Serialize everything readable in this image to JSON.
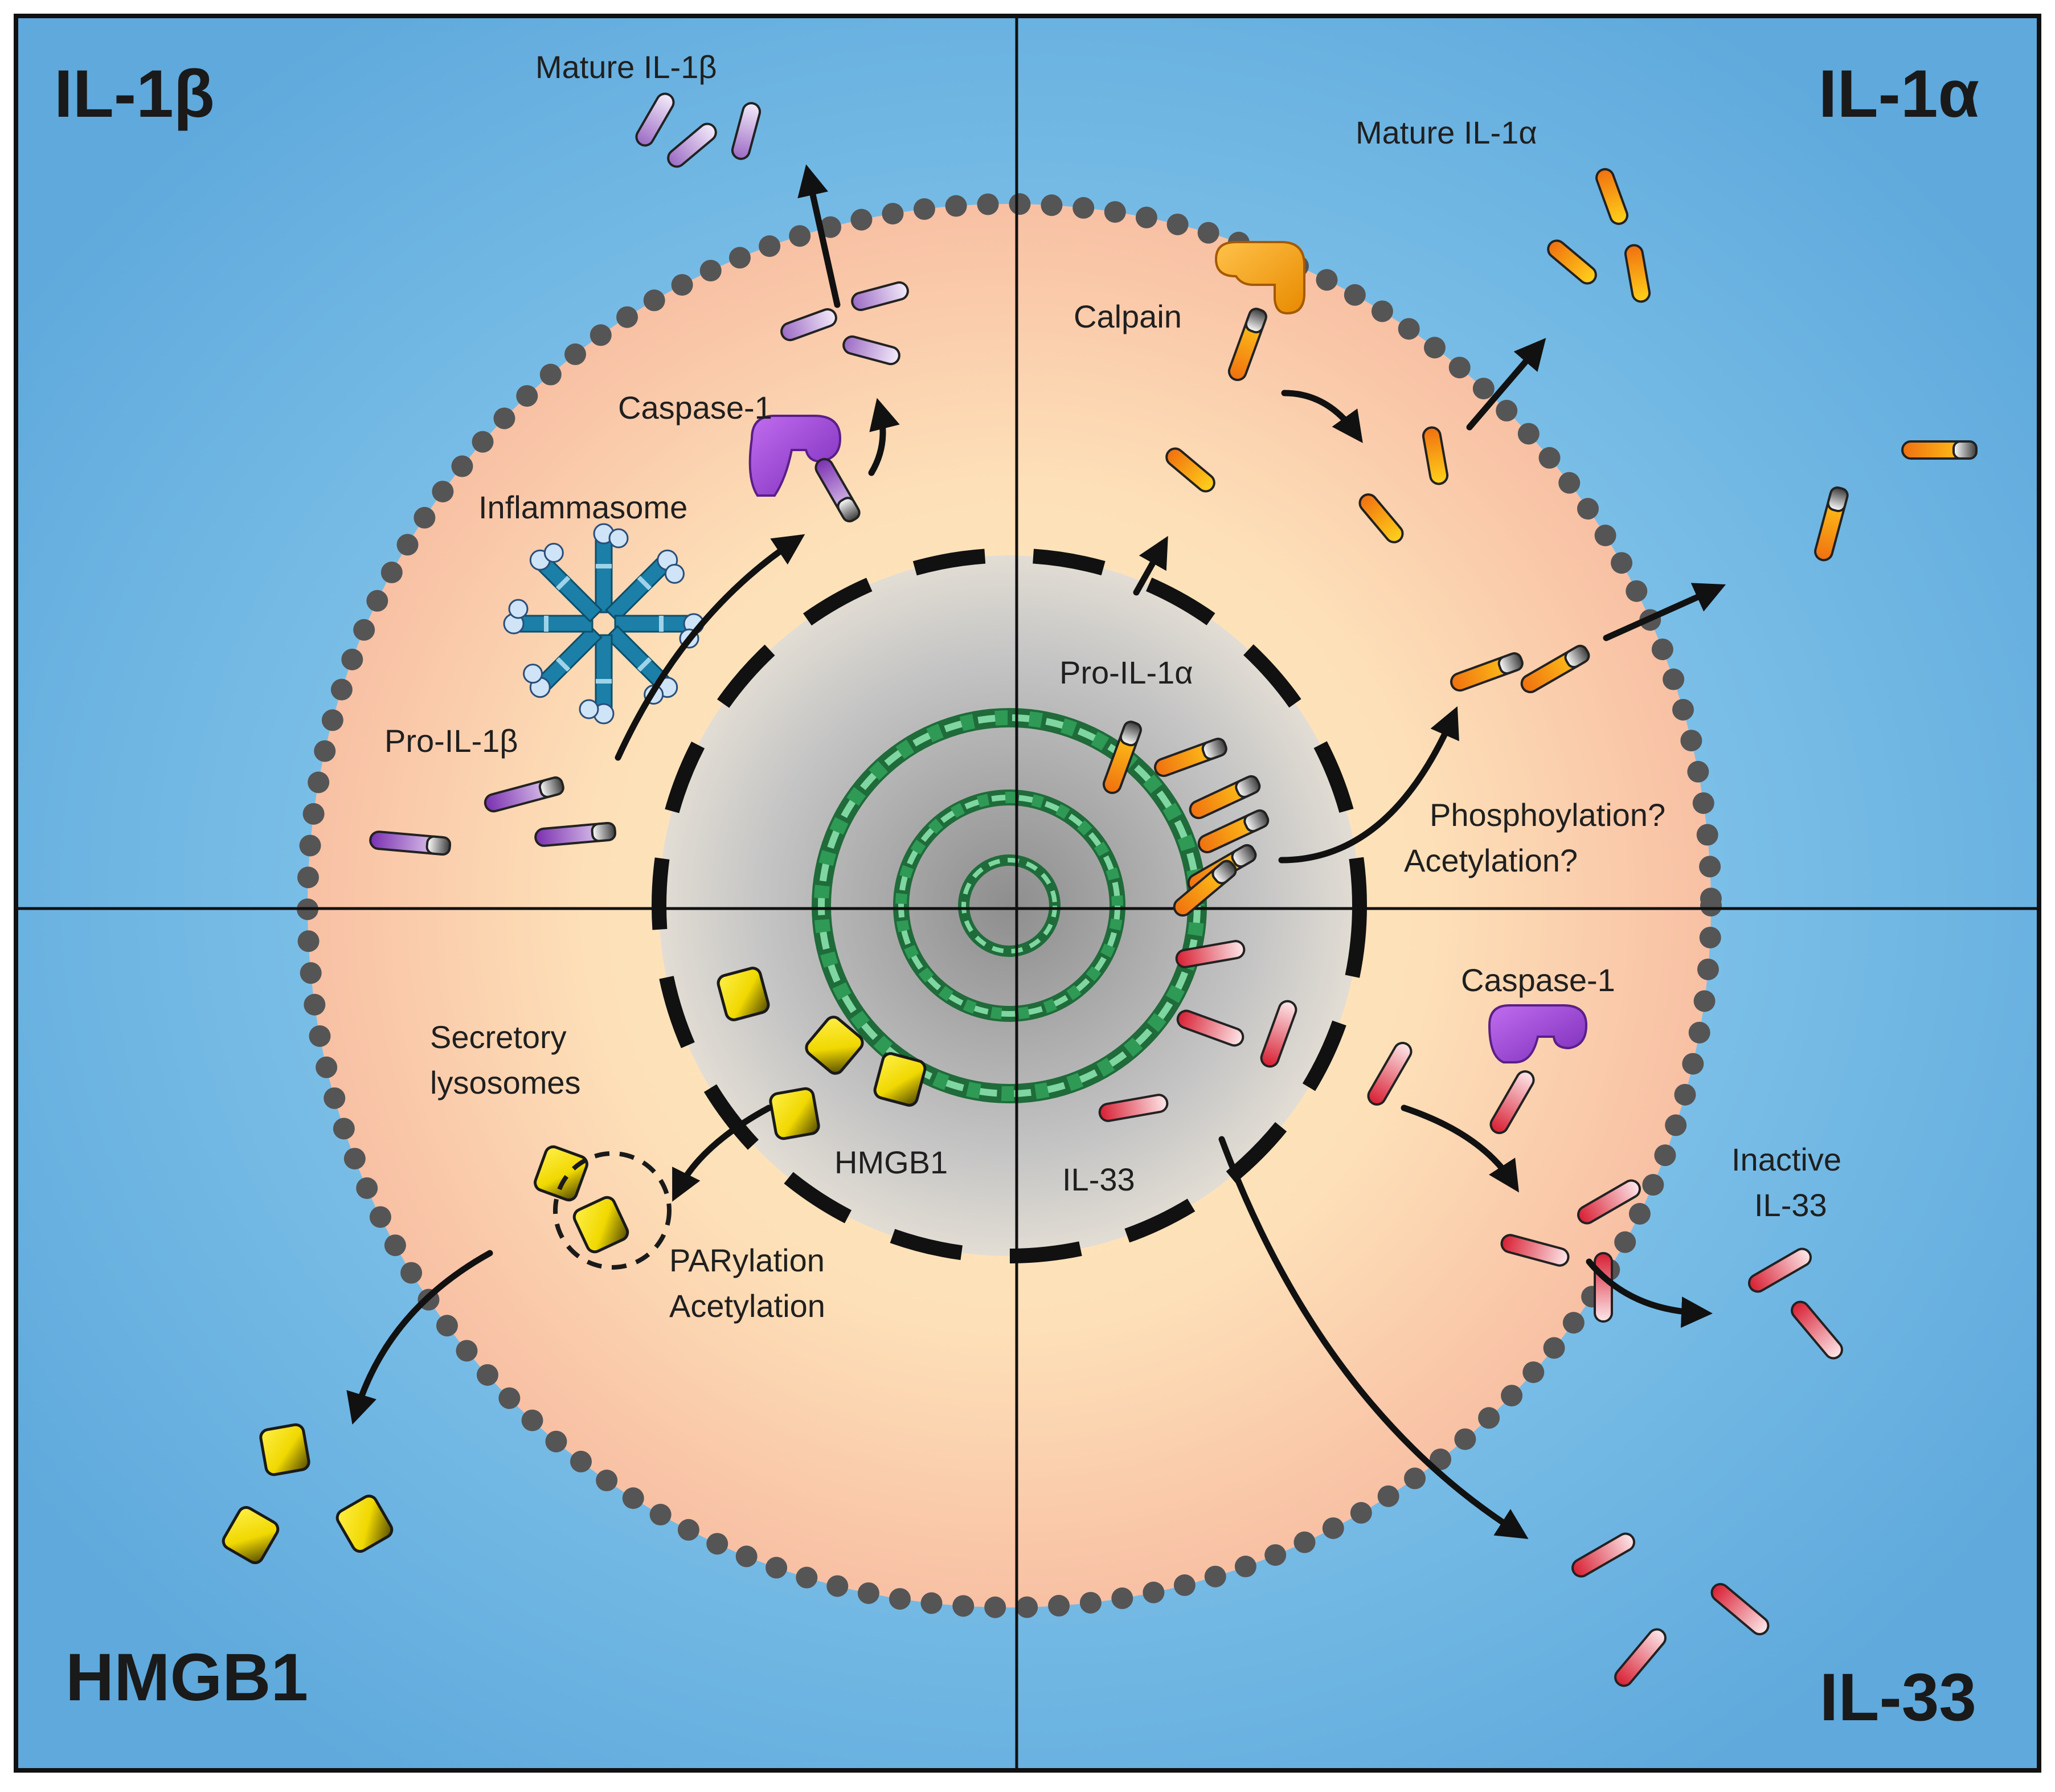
{
  "quadrants": {
    "il1b": "IL-1β",
    "il1a": "IL-1α",
    "hmgb1": "HMGB1",
    "il33": "IL-33"
  },
  "labels": {
    "mature_il1b": "Mature IL-1β",
    "caspase1_top": "Caspase-1",
    "inflammasome": "Inflammasome",
    "pro_il1b": "Pro-IL-1β",
    "mature_il1a": "Mature IL-1α",
    "calpain": "Calpain",
    "pro_il1a": "Pro-IL-1α",
    "phosphorylation": "Phosphoylation?",
    "acetylation_q": "Acetylation?",
    "caspase1_bottom": "Caspase-1",
    "inactive": "Inactive",
    "il33_small": "IL-33",
    "secretory": "Secretory",
    "lysosomes": "lysosomes",
    "hmgb1_small": "HMGB1",
    "il33_nucleus": "IL-33",
    "parylation": "PARylation",
    "acetylation": "Acetylation"
  },
  "colors": {
    "extracellular": "#6bb4e0",
    "cytoplasm": "#f7c6a8",
    "nucleus": "#bdbdbd",
    "membrane": "#555555",
    "il1b": "#9b4fc7",
    "il1a": "#f39a1a",
    "il33": "#e0304a",
    "hmgb1": "#f0d800",
    "dna": "#2e9a55"
  }
}
